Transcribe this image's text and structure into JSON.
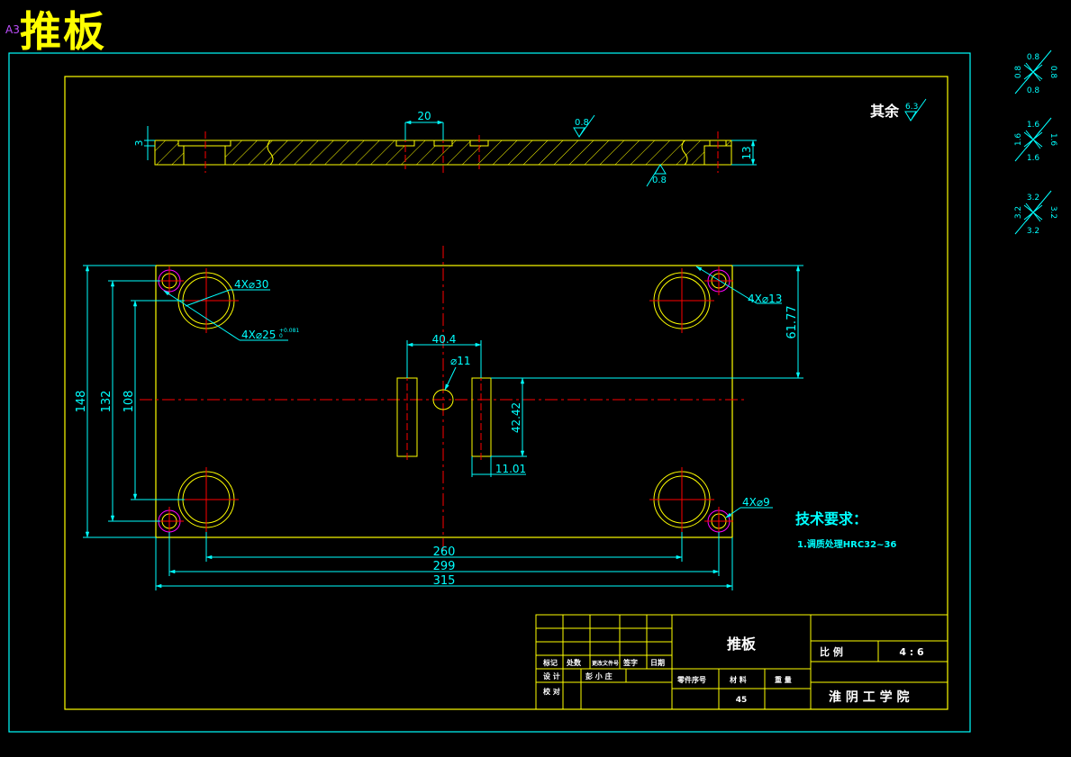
{
  "sheet": {
    "title": "推板",
    "size_tag": "A3"
  },
  "colors": {
    "background": "#000000",
    "outline": "#ffff00",
    "dimension": "#00ffff",
    "centerline": "#ff0000",
    "hole_outline": "#ff00ff",
    "hatch": "#ffff00"
  },
  "section_view": {
    "dims": {
      "slot_width": "20",
      "thickness": "13",
      "step": "3"
    },
    "roughness": {
      "top": "0.8",
      "bottom": "0.8"
    }
  },
  "general_roughness": {
    "label": "其余",
    "value": "6.3"
  },
  "roughness_symbols": [
    {
      "top": "0.8",
      "left": "0.8",
      "right": "0.8",
      "bottom": "0.8"
    },
    {
      "top": "1.6",
      "left": "1.6",
      "right": "1.6",
      "bottom": "1.6"
    },
    {
      "top": "3.2",
      "left": "3.2",
      "right": "3.2",
      "bottom": "3.2"
    }
  ],
  "plan_view": {
    "dims": {
      "total_length": "315",
      "hole_pitch_x": "299",
      "boss_pitch_x": "260",
      "total_width": "148",
      "hole_pitch_y": "132",
      "boss_pitch_y": "108",
      "offset_y": "61.77",
      "slot_spacing": "40.4",
      "slot_height": "42.42",
      "slot_width": "11.01",
      "center_hole": "⌀11"
    },
    "callouts": {
      "counterbore": "4X⌀30",
      "bore": "4X⌀25",
      "bore_tol_upper": "+0.081",
      "bore_tol_lower": "0",
      "hole_a": "4X⌀13",
      "hole_b": "4X⌀9"
    }
  },
  "tech_requirements": {
    "title": "技术要求：",
    "items": [
      "1.调质处理HRC32~36"
    ]
  },
  "title_block": {
    "part_name": "推板",
    "scale_label": "比 例",
    "scale_value": "4 : 6",
    "headers": [
      "标记",
      "处数",
      "更改文件号",
      "签字",
      "日期"
    ],
    "designer_label": "设 计",
    "designer_name": "彭 小 庄",
    "checker_label": "校 对",
    "part_no_label": "零件序号",
    "material_label": "材 料",
    "weight_label": "重 量",
    "material_value": "45",
    "school": "淮 阴 工 学 院"
  }
}
